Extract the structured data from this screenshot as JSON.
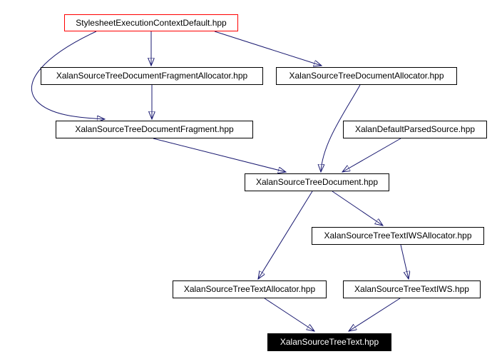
{
  "diagram": {
    "type": "include-dependency-graph",
    "background": "#ffffff",
    "colors": {
      "edge": "#191970",
      "node_border": "#000000",
      "focus_node_border": "#ff0000",
      "current_node_fill": "#000000",
      "current_node_text": "#ffffff"
    },
    "nodes": [
      {
        "id": "StylesheetExecutionContextDefault",
        "label": "StylesheetExecutionContextDefault.hpp",
        "style": "red-border"
      },
      {
        "id": "XalanSourceTreeDocumentFragmentAllocator",
        "label": "XalanSourceTreeDocumentFragmentAllocator.hpp",
        "style": "normal"
      },
      {
        "id": "XalanSourceTreeDocumentAllocator",
        "label": "XalanSourceTreeDocumentAllocator.hpp",
        "style": "normal"
      },
      {
        "id": "XalanSourceTreeDocumentFragment",
        "label": "XalanSourceTreeDocumentFragment.hpp",
        "style": "normal"
      },
      {
        "id": "XalanDefaultParsedSource",
        "label": "XalanDefaultParsedSource.hpp",
        "style": "normal"
      },
      {
        "id": "XalanSourceTreeDocument",
        "label": "XalanSourceTreeDocument.hpp",
        "style": "normal"
      },
      {
        "id": "XalanSourceTreeTextIWSAllocator",
        "label": "XalanSourceTreeTextIWSAllocator.hpp",
        "style": "normal"
      },
      {
        "id": "XalanSourceTreeTextAllocator",
        "label": "XalanSourceTreeTextAllocator.hpp",
        "style": "normal"
      },
      {
        "id": "XalanSourceTreeTextIWS",
        "label": "XalanSourceTreeTextIWS.hpp",
        "style": "normal"
      },
      {
        "id": "XalanSourceTreeText",
        "label": "XalanSourceTreeText.hpp",
        "style": "black-filled"
      }
    ],
    "edges": [
      {
        "from": "StylesheetExecutionContextDefault",
        "to": "XalanSourceTreeDocumentFragmentAllocator"
      },
      {
        "from": "StylesheetExecutionContextDefault",
        "to": "XalanSourceTreeDocumentAllocator"
      },
      {
        "from": "StylesheetExecutionContextDefault",
        "to": "XalanSourceTreeDocumentFragment"
      },
      {
        "from": "XalanSourceTreeDocumentFragmentAllocator",
        "to": "XalanSourceTreeDocumentFragment"
      },
      {
        "from": "XalanSourceTreeDocumentFragment",
        "to": "XalanSourceTreeDocument"
      },
      {
        "from": "XalanSourceTreeDocumentAllocator",
        "to": "XalanSourceTreeDocument"
      },
      {
        "from": "XalanDefaultParsedSource",
        "to": "XalanSourceTreeDocument"
      },
      {
        "from": "XalanSourceTreeDocument",
        "to": "XalanSourceTreeTextAllocator"
      },
      {
        "from": "XalanSourceTreeDocument",
        "to": "XalanSourceTreeTextIWSAllocator"
      },
      {
        "from": "XalanSourceTreeTextIWSAllocator",
        "to": "XalanSourceTreeTextIWS"
      },
      {
        "from": "XalanSourceTreeTextAllocator",
        "to": "XalanSourceTreeText"
      },
      {
        "from": "XalanSourceTreeTextIWS",
        "to": "XalanSourceTreeText"
      }
    ]
  }
}
